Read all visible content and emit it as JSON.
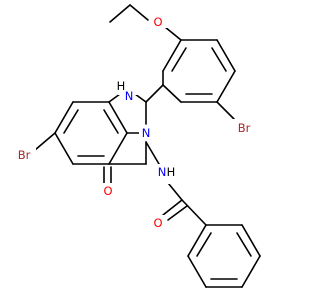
{
  "molecule": {
    "atoms": {
      "nh_ring": "N",
      "h_ring": "H",
      "o_ether": "O",
      "br_right": "Br",
      "br_left": "Br",
      "n_ring": "N",
      "o_carbonyl_ring": "O",
      "n_amide": "N",
      "h_amide": "H",
      "o_amide": "O"
    },
    "colors": {
      "bond": "#000000",
      "nitrogen": "#0000ff",
      "oxygen": "#ff0000",
      "bromine": "#a52a2a"
    }
  }
}
